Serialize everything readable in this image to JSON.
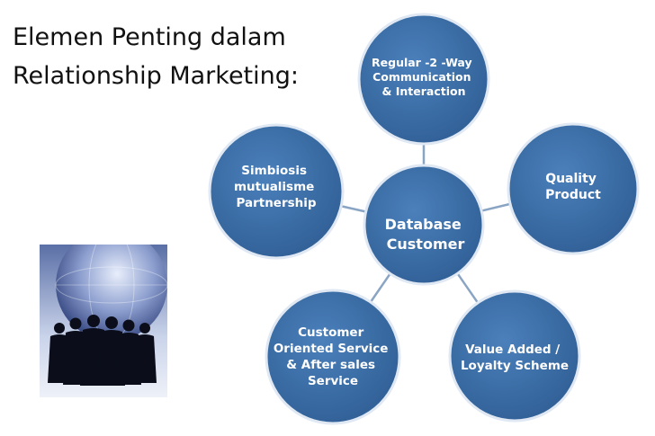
{
  "title": {
    "line1": "Elemen Penting dalam",
    "line2": "Relationship Marketing:"
  },
  "diagram": {
    "center": {
      "lines": [
        "Database",
        "Customer"
      ]
    },
    "nodes": [
      {
        "key": "communication",
        "lines": [
          "Regular -2 -Way",
          "Communication",
          "& Interaction"
        ]
      },
      {
        "key": "quality",
        "lines": [
          "Quality",
          "Product"
        ]
      },
      {
        "key": "value",
        "lines": [
          "Value Added /",
          "Loyalty Scheme"
        ]
      },
      {
        "key": "service",
        "lines": [
          "Customer",
          "Oriented Service",
          "& After sales",
          "Service"
        ]
      },
      {
        "key": "simbiosis",
        "lines": [
          "Simbiosis",
          "mutualisme",
          "Partnership"
        ]
      }
    ],
    "colors": {
      "fill": "#3f6fa6",
      "outline": "#dfe8f3",
      "connector": "#8aa4c4"
    }
  }
}
